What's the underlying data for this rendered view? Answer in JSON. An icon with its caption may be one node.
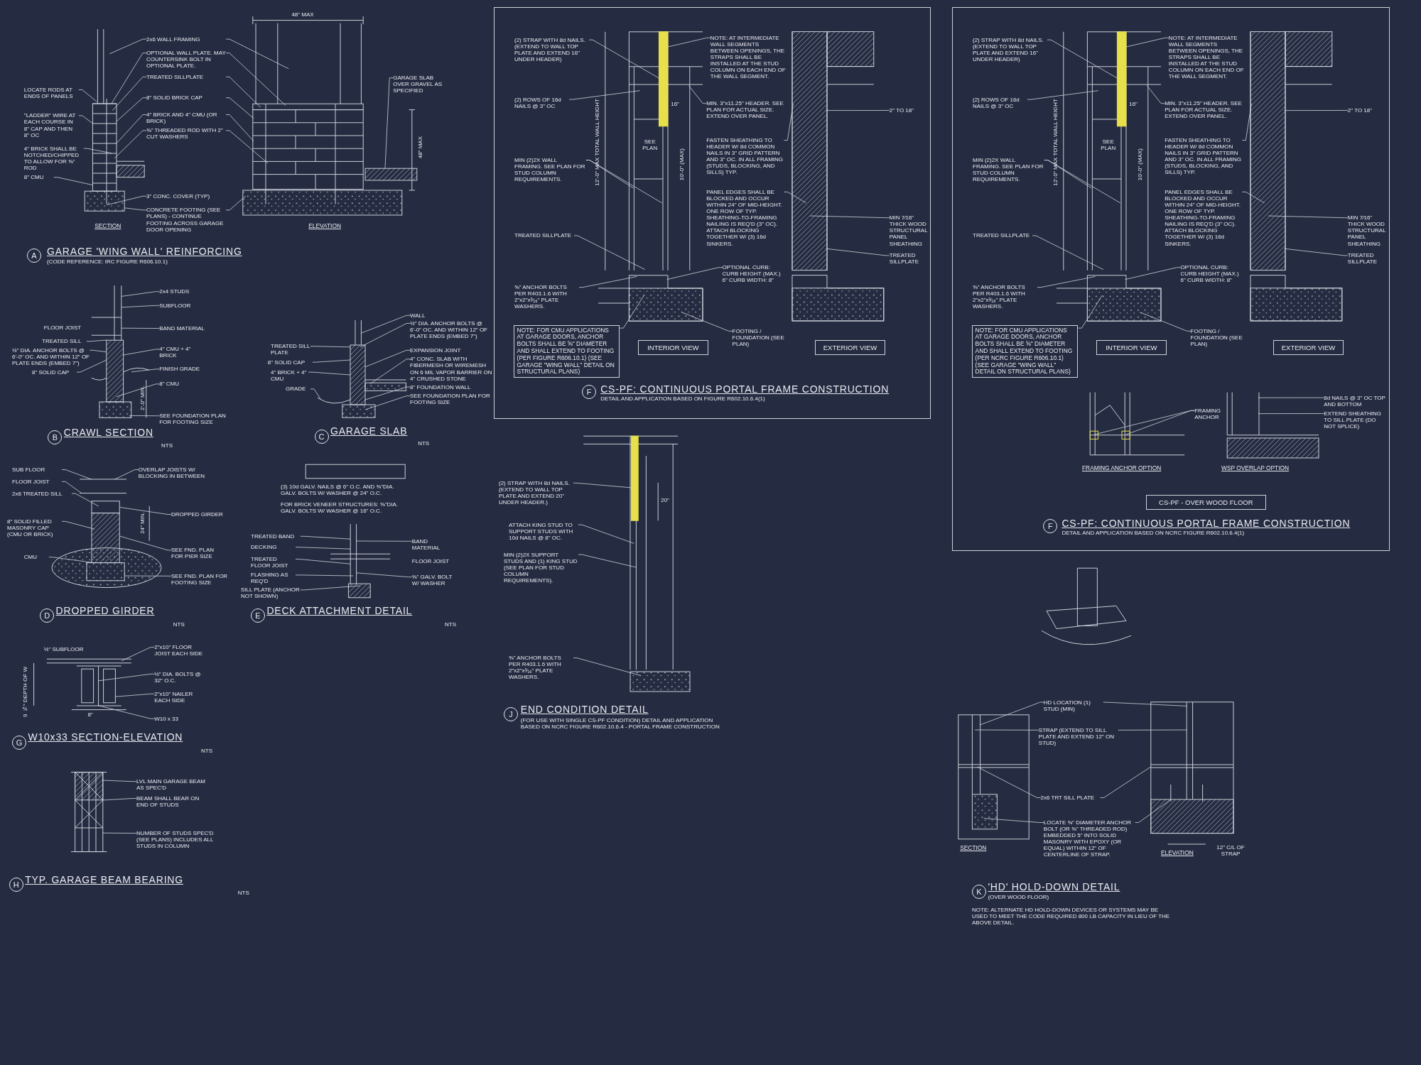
{
  "diagram": {
    "nodes": [
      {
        "text": [
          "2x6 WALL FRAMING"
        ]
      },
      {
        "text": [
          "OPTIONAL WALL PLATE. MAY COUNTERSINK BOLT IN OPTIONAL PLATE."
        ]
      },
      {
        "text": [
          "TREATED SILLPLATE"
        ]
      },
      {
        "text": [
          "8\" SOLID BRICK CAP"
        ]
      },
      {
        "text": [
          "4\" BRICK AND 4\" CMU (OR BRICK)"
        ]
      },
      {
        "text": [
          "⅝\" THREADED ROD WITH 2\" CUT WASHERS"
        ]
      },
      {
        "text": [
          "LOCATE RODS AT ENDS OF PANELS"
        ]
      },
      {
        "text": [
          "\"LADDER\" WIRE AT EACH COURSE IN 8\" CAP AND THEN 8\" OC"
        ]
      },
      {
        "text": [
          "4\" BRICK SHALL BE NOTCHED/CHIPPED TO ALLOW FOR ⅝\" ROD"
        ]
      },
      {
        "text": [
          "8\" CMU"
        ]
      },
      {
        "text": [
          "3\" CONC. COVER (TYP)"
        ]
      },
      {
        "text": [
          "CONCRETE FOOTING (SEE PLANS) - CONTINUE FOOTING ACROSS GARAGE DOOR OPENING"
        ]
      },
      {
        "text": [
          "GARAGE SLAB OVER GRAVEL AS SPECIFIED"
        ]
      },
      {
        "text": [
          "2x4 STUDS"
        ]
      },
      {
        "text": [
          "SUBFLOOR"
        ]
      },
      {
        "text": [
          "BAND MATERIAL"
        ]
      },
      {
        "text": [
          "4\" CMU + 4\" BRICK"
        ]
      },
      {
        "text": [
          "FINISH GRADE"
        ]
      },
      {
        "text": [
          "8\" CMU"
        ]
      },
      {
        "text": [
          "SEE FOUNDATION PLAN FOR FOOTING SIZE"
        ]
      },
      {
        "text": [
          "TREATED SILL"
        ]
      },
      {
        "text": [
          "½\" DIA. ANCHOR BOLTS @ 6'-0\" OC. AND WITHIN 12\" OF PLATE ENDS (EMBED 7\")"
        ]
      },
      {
        "text": [
          "8\" SOLID CAP"
        ]
      },
      {
        "text": [
          "WALL"
        ]
      },
      {
        "text": [
          "½\" DIA. ANCHOR BOLTS @ 6'-0\" OC. AND WITHIN 12\" OF PLATE ENDS (EMBED 7\")"
        ]
      },
      {
        "text": [
          "EXPANSION JOINT"
        ]
      },
      {
        "text": [
          "4\" CONC. SLAB WITH FIBERMESH OR WIREMESH ON 6 MIL VAPOR BARRIER ON 4\" CRUSHED STONE"
        ]
      },
      {
        "text": [
          "8\" FOUNDATION WALL"
        ]
      },
      {
        "text": [
          "SEE FOUNDATION PLAN FOR FOOTING SIZE"
        ]
      },
      {
        "text": [
          "TREATED SILL PLATE"
        ]
      },
      {
        "text": [
          "8\" SOLID CAP"
        ]
      },
      {
        "text": [
          "4\" BRICK + 4\" CMU"
        ]
      },
      {
        "text": [
          "GRADE"
        ]
      },
      {
        "text": [
          "SUB FLOOR"
        ]
      },
      {
        "text": [
          "FLOOR JOIST"
        ]
      },
      {
        "text": [
          "2x6 TREATED SILL"
        ]
      },
      {
        "text": [
          "8\" SOLID FILLED MASONRY CAP (CMU OR BRICK)"
        ]
      },
      {
        "text": [
          "CMU"
        ]
      },
      {
        "text": [
          "OVERLAP JOISTS W/ BLOCKING IN BETWEEN"
        ]
      },
      {
        "text": [
          "DROPPED GIRDER"
        ]
      },
      {
        "text": [
          "SEE FND. PLAN FOR PIER SIZE"
        ]
      },
      {
        "text": [
          "SEE FND. PLAN FOR FOOTING SIZE"
        ]
      },
      {
        "text": [
          "TREATED BAND"
        ]
      },
      {
        "text": [
          "DECKING"
        ]
      },
      {
        "text": [
          "TREATED FLOOR JOIST"
        ]
      },
      {
        "text": [
          "FLASHING AS REQ'D"
        ]
      },
      {
        "text": [
          "SILL PLATE (ANCHOR NOT SHOWN)"
        ]
      },
      {
        "text": [
          "BAND MATERIAL"
        ]
      },
      {
        "text": [
          "⅝\" GALV. BOLT W/ WASHER"
        ]
      },
      {
        "text": [
          "2\"x10\" FLOOR JOIST EACH SIDE"
        ]
      },
      {
        "text": [
          "½\" DIA. BOLTS @ 32\" O.C."
        ]
      },
      {
        "text": [
          "2\"x10\" NAILER EACH SIDE"
        ]
      },
      {
        "text": [
          "W10 x 33"
        ]
      },
      {
        "text": [
          "LVL MAIN GARAGE BEAM AS SPEC'D"
        ]
      },
      {
        "text": [
          "BEAM SHALL BEAR ON END OF STUDS"
        ]
      },
      {
        "text": [
          "NUMBER OF STUDS SPEC'D (SEE PLANS) INCLUDES ALL STUDS IN COLUMN"
        ]
      },
      {
        "text": [
          "F",
          "CS-PF: CONTINUOUS PORTAL FRAME CONSTRUCTION",
          "DETAIL AND APPLICATION BASED ON FIGURE R602.10.6.4(1)"
        ]
      },
      {
        "text": [
          "(2) STRAP WITH 8d NAILS. (EXTEND TO WALL TOP PLATE AND EXTEND 16\" UNDER HEADER)"
        ],
        "in": 56
      },
      {
        "text": [
          "(2) ROWS OF 16d NAILS @ 3\" OC"
        ],
        "in": 56
      },
      {
        "text": [
          "MIN (2)2X WALL FRAMING. SEE PLAN FOR STUD COLUMN REQUIREMENTS."
        ],
        "in": 56
      },
      {
        "text": [
          "TREATED SILLPLATE"
        ],
        "in": 56
      },
      {
        "text": [
          "⅝\" ANCHOR BOLTS PER R403.1.6 WITH 2\"x2\"x³⁄₁₆\" PLATE WASHERS."
        ],
        "in": 56
      },
      {
        "text": [
          "NOTE: FOR CMU APPLICATIONS AT GARAGE DOORS, ANCHOR BOLTS SHALL BE ⅝\" DIAMETER AND SHALL EXTEND TO FOOTING (PER FIGURE R606.10.1) (SEE GARAGE \"WING WALL\" DETAIL ON STRUCTURAL PLANS)"
        ],
        "in": 56
      },
      {
        "text": [
          "NOTE: AT INTERMEDIATE WALL SEGMENTS BETWEEN OPENINGS, THE STRAPS SHALL BE INSTALLED AT THE STUD COLUMN ON EACH END OF THE WALL SEGMENT."
        ],
        "in": 56
      },
      {
        "text": [
          "MIN. 3\"x11.25\" HEADER. SEE PLAN FOR ACTUAL SIZE. EXTEND OVER PANEL."
        ],
        "in": 56
      },
      {
        "text": [
          "FASTEN SHEATHING TO HEADER W/ 8d COMMON NAILS IN 3\" GRID PATTERN AND 3\" OC. IN ALL FRAMING (STUDS, BLOCKING, AND SILLS) TYP."
        ],
        "in": 56
      },
      {
        "text": [
          "PANEL EDGES SHALL BE BLOCKED AND OCCUR WITHIN 24\" OF MID-HEIGHT. ONE ROW OF TYP. SHEATHING-TO-FRAMING NAILING IS REQ'D (3\" OC). ATTACH BLOCKING TOGETHER W/ (3) 16d SINKERS."
        ],
        "in": 56
      },
      {
        "text": [
          "2\" TO 18\""
        ],
        "in": 56
      },
      {
        "text": [
          "MIN 7⁄16\" THICK WOOD STRUCTURAL PANEL SHEATHING"
        ],
        "in": 56
      },
      {
        "text": [
          "TREATED SILLPLATE"
        ],
        "in": 56
      },
      {
        "text": [
          "OPTIONAL CURB: CURB HEIGHT (MAX.) 6\" CURB WIDTH: 8\""
        ],
        "in": 56
      },
      {
        "text": [
          "FOOTING / FOUNDATION (SEE PLAN)"
        ],
        "in": 56
      },
      {
        "text": [
          "INTERIOR VIEW"
        ],
        "in": 56
      },
      {
        "text": [
          "EXTERIOR VIEW"
        ],
        "in": 56
      },
      {
        "text": [
          "F",
          "CS-PF: CONTINUOUS PORTAL FRAME CONSTRUCTION",
          "DETAIL AND APPLICATION BASED ON NCRC FIGURE R602.10.6.4(1)"
        ]
      },
      {
        "text": [
          "(2) STRAP WITH 8d NAILS. (EXTEND TO WALL TOP PLATE AND EXTEND 16\" UNDER HEADER)"
        ],
        "in": 74
      },
      {
        "text": [
          "(2) ROWS OF 16d NAILS @ 3\" OC"
        ],
        "in": 74
      },
      {
        "text": [
          "MIN (2)2X WALL FRAMING. SEE PLAN FOR STUD COLUMN REQUIREMENTS."
        ],
        "in": 74
      },
      {
        "text": [
          "TREATED SILLPLATE"
        ],
        "in": 74
      },
      {
        "text": [
          "⅝\" ANCHOR BOLTS PER R403.1.6 WITH 2\"x2\"x³⁄₁₆\" PLATE WASHERS."
        ],
        "in": 74
      },
      {
        "text": [
          "NOTE: FOR CMU APPLICATIONS AT GARAGE DOORS, ANCHOR BOLTS SHALL BE ⅝\" DIAMETER AND SHALL EXTEND TO FOOTING (PER NCRC FIGURE R606.10.1) (SEE GARAGE \"WING WALL\" DETAIL ON STRUCTURAL PLANS)"
        ],
        "in": 74
      },
      {
        "text": [
          "NOTE: AT INTERMEDIATE WALL SEGMENTS BETWEEN OPENINGS, THE STRAPS SHALL BE INSTALLED AT THE STUD COLUMN ON EACH END OF THE WALL SEGMENT."
        ],
        "in": 74
      },
      {
        "text": [
          "MIN. 3\"x11.25\" HEADER. SEE PLAN FOR ACTUAL SIZE. EXTEND OVER PANEL."
        ],
        "in": 74
      },
      {
        "text": [
          "FASTEN SHEATHING TO HEADER W/ 8d COMMON NAILS IN 3\" GRID PATTERN AND 3\" OC. IN ALL FRAMING (STUDS, BLOCKING, AND SILLS) TYP."
        ],
        "in": 74
      },
      {
        "text": [
          "PANEL EDGES SHALL BE BLOCKED AND OCCUR WITHIN 24\" OF MID-HEIGHT. ONE ROW OF TYP. SHEATHING-TO-FRAMING NAILING IS REQ'D (3\" OC). ATTACH BLOCKING TOGETHER W/ (3) 16d SINKERS."
        ],
        "in": 74
      },
      {
        "text": [
          "2\" TO 18\""
        ],
        "in": 74
      },
      {
        "text": [
          "MIN 7⁄16\" THICK WOOD STRUCTURAL PANEL SHEATHING"
        ],
        "in": 74
      },
      {
        "text": [
          "TREATED SILLPLATE"
        ],
        "in": 74
      },
      {
        "text": [
          "OPTIONAL CURB: CURB HEIGHT (MAX.) 6\" CURB WIDTH: 8\""
        ],
        "in": 74
      },
      {
        "text": [
          "FOOTING / FOUNDATION (SEE PLAN)"
        ],
        "in": 74
      },
      {
        "text": [
          "INTERIOR VIEW"
        ],
        "in": 74
      },
      {
        "text": [
          "EXTERIOR VIEW"
        ],
        "in": 74
      },
      {
        "text": [
          "FRAMING ANCHOR"
        ],
        "in": 74
      },
      {
        "text": [
          "8d NAILS @ 3\" OC TOP AND BOTTOM"
        ],
        "in": 74
      },
      {
        "text": [
          "EXTEND SHEATHING TO SILL PLATE (DO NOT SPLICE)"
        ],
        "in": 74
      },
      {
        "text": [
          "CS-PF - OVER WOOD FLOOR"
        ],
        "in": 74
      },
      {
        "text": [
          "(2) STRAP WITH 8d NAILS. (EXTEND TO WALL TOP PLATE AND EXTEND 20\" UNDER HEADER.)"
        ]
      },
      {
        "text": [
          "ATTACH KING STUD TO SUPPORT STUDS WITH 10d NAILS @ 8\" OC."
        ]
      },
      {
        "text": [
          "MIN (2)2X SUPPORT STUDS AND (1) KING STUD (SEE PLAN FOR STUD COLUMN REQUIREMENTS)."
        ]
      },
      {
        "text": [
          "⅝\" ANCHOR BOLTS PER R403.1.6 WITH 2\"x2\"x³⁄₁₆\" PLATE WASHERS."
        ]
      },
      {
        "text": [
          "HD LOCATION (1) STUD (MIN)"
        ]
      },
      {
        "text": [
          "STRAP (EXTEND TO SILL PLATE AND EXTEND 12\" ON STUD)"
        ]
      },
      {
        "text": [
          "2x6 TRT SILL PLATE"
        ]
      },
      {
        "text": [
          "LOCATE ⅝\" DIAMETER ANCHOR BOLT (OR ⅝\" THREADED ROD) EMBEDDED 5\" INTO SOLID MASONRY WITH EPOXY (OR EQUAL) WITHIN 12\" OF CENTERLINE OF STRAP."
        ]
      },
      {
        "text": [],
        "shape": "picture",
        "beside": [
          "SECTION"
        ]
      },
      {
        "text": [],
        "shape": "picture",
        "beside": [
          "48\" MAX",
          "ELEVATION"
        ]
      },
      {
        "text": [],
        "shape": "picture"
      },
      {
        "text": [],
        "shape": "picture"
      },
      {
        "text": [],
        "shape": "picture"
      },
      {
        "text": [],
        "shape": "picture"
      },
      {
        "text": [],
        "shape": "picture"
      },
      {
        "text": [],
        "shape": "picture"
      },
      {
        "text": [],
        "shape": "picture",
        "in": 56
      },
      {
        "text": [],
        "shape": "picture",
        "in": 74
      },
      {
        "text": [],
        "shape": "picture",
        "in": 74,
        "beside": [
          "FRAMING ANCHOR OPTION"
        ]
      },
      {
        "text": [],
        "shape": "picture",
        "in": 74,
        "beside": [
          "WSP OVERLAP OPTION"
        ]
      },
      {
        "text": [],
        "shape": "picture"
      },
      {
        "text": [],
        "shape": "picture",
        "beside": [
          "SECTION"
        ]
      },
      {
        "text": [],
        "shape": "picture",
        "beside": [
          "ELEVATION"
        ]
      },
      {
        "text": [],
        "shape": "picture",
        "in": 56
      },
      {
        "text": [],
        "shape": "picture",
        "in": 74
      }
    ],
    "edges": [
      {
        "from": 0,
        "to": 104,
        "arrow": "none"
      },
      {
        "from": 0,
        "to": 105,
        "arrow": "none"
      },
      {
        "from": 1,
        "to": 104,
        "arrow": "none"
      },
      {
        "from": 1,
        "to": 105,
        "arrow": "none"
      },
      {
        "from": 2,
        "to": 104,
        "arrow": "none"
      },
      {
        "from": 2,
        "to": 105,
        "arrow": "none"
      },
      {
        "from": 3,
        "to": 104,
        "arrow": "none"
      },
      {
        "from": 3,
        "to": 105,
        "arrow": "none"
      },
      {
        "from": 4,
        "to": 104,
        "arrow": "none"
      },
      {
        "from": 4,
        "to": 105,
        "arrow": "none"
      },
      {
        "from": 5,
        "to": 104,
        "arrow": "none"
      },
      {
        "from": 5,
        "to": 105,
        "arrow": "none"
      },
      {
        "from": 6,
        "to": 104,
        "arrow": "none"
      },
      {
        "from": 7,
        "to": 104,
        "arrow": "none"
      },
      {
        "from": 8,
        "to": 104,
        "arrow": "none"
      },
      {
        "from": 9,
        "to": 104,
        "arrow": "none"
      },
      {
        "from": 10,
        "to": 104,
        "arrow": "none"
      },
      {
        "from": 11,
        "to": 104,
        "arrow": "none"
      },
      {
        "from": 11,
        "to": 105,
        "arrow": "none"
      },
      {
        "from": 12,
        "to": 105,
        "arrow": "none"
      },
      {
        "from": 13,
        "to": 106,
        "arrow": "none"
      },
      {
        "from": 14,
        "to": 106,
        "arrow": "none"
      },
      {
        "from": 15,
        "to": 106,
        "arrow": "none"
      },
      {
        "from": 16,
        "to": 106,
        "arrow": "none"
      },
      {
        "from": 17,
        "to": 106,
        "arrow": "none"
      },
      {
        "from": 18,
        "to": 106,
        "arrow": "none"
      },
      {
        "from": 19,
        "to": 106,
        "arrow": "none"
      },
      {
        "from": 20,
        "to": 106,
        "arrow": "none"
      },
      {
        "from": 21,
        "to": 106,
        "arrow": "none"
      },
      {
        "from": 22,
        "to": 106,
        "arrow": "none"
      },
      {
        "from": 23,
        "to": 107,
        "arrow": "none"
      },
      {
        "from": 24,
        "to": 107,
        "arrow": "none"
      },
      {
        "from": 25,
        "to": 107,
        "arrow": "none"
      },
      {
        "from": 26,
        "to": 107,
        "arrow": "none"
      },
      {
        "from": 27,
        "to": 107,
        "arrow": "none"
      },
      {
        "from": 28,
        "to": 107,
        "arrow": "none"
      },
      {
        "from": 29,
        "to": 107,
        "arrow": "none"
      },
      {
        "from": 30,
        "to": 107,
        "arrow": "none"
      },
      {
        "from": 31,
        "to": 107,
        "arrow": "none"
      },
      {
        "from": 32,
        "to": 107,
        "arrow": "none"
      },
      {
        "from": 33,
        "to": 108,
        "arrow": "none"
      },
      {
        "from": 34,
        "to": 108,
        "arrow": "none"
      },
      {
        "from": 35,
        "to": 108,
        "arrow": "none"
      },
      {
        "from": 36,
        "to": 108,
        "arrow": "none"
      },
      {
        "from": 37,
        "to": 108,
        "arrow": "none"
      },
      {
        "from": 38,
        "to": 108,
        "arrow": "none"
      },
      {
        "from": 39,
        "to": 108,
        "arrow": "none"
      },
      {
        "from": 40,
        "to": 108,
        "arrow": "none"
      },
      {
        "from": 41,
        "to": 108,
        "arrow": "none"
      },
      {
        "from": 42,
        "to": 109,
        "arrow": "none"
      },
      {
        "from": 43,
        "to": 109,
        "arrow": "none"
      },
      {
        "from": 44,
        "to": 109,
        "arrow": "none"
      },
      {
        "from": 45,
        "to": 109,
        "arrow": "none"
      },
      {
        "from": 46,
        "to": 109,
        "arrow": "none"
      },
      {
        "from": 47,
        "to": 109,
        "arrow": "none"
      },
      {
        "from": 48,
        "to": 109,
        "arrow": "none"
      },
      {
        "from": 49,
        "to": 110,
        "arrow": "none"
      },
      {
        "from": 50,
        "to": 110,
        "arrow": "none"
      },
      {
        "from": 51,
        "to": 110,
        "arrow": "none"
      },
      {
        "from": 52,
        "to": 110,
        "arrow": "none"
      },
      {
        "from": 53,
        "to": 111,
        "arrow": "none"
      },
      {
        "from": 54,
        "to": 111,
        "arrow": "none"
      },
      {
        "from": 55,
        "to": 111,
        "arrow": "none"
      },
      {
        "from": 57,
        "to": 112,
        "arrow": "none"
      },
      {
        "from": 58,
        "to": 112,
        "arrow": "none"
      },
      {
        "from": 59,
        "to": 112,
        "arrow": "none"
      },
      {
        "from": 59,
        "to": 112,
        "arrow": "none"
      },
      {
        "from": 60,
        "to": 112,
        "arrow": "none"
      },
      {
        "from": 61,
        "to": 112,
        "arrow": "none"
      },
      {
        "from": 62,
        "to": 112,
        "arrow": "none"
      },
      {
        "from": 63,
        "to": 112,
        "arrow": "none"
      },
      {
        "from": 64,
        "to": 112,
        "arrow": "none"
      },
      {
        "from": 65,
        "to": 119,
        "arrow": "none"
      },
      {
        "from": 66,
        "to": 119,
        "arrow": "none"
      },
      {
        "from": 67,
        "to": 119,
        "arrow": "none"
      },
      {
        "from": 68,
        "to": 119,
        "arrow": "none"
      },
      {
        "from": 69,
        "to": 119,
        "arrow": "none"
      },
      {
        "from": 70,
        "to": 112,
        "arrow": "none"
      },
      {
        "from": 71,
        "to": 112,
        "arrow": "none"
      },
      {
        "from": 75,
        "to": 113,
        "arrow": "none"
      },
      {
        "from": 76,
        "to": 113,
        "arrow": "none"
      },
      {
        "from": 77,
        "to": 113,
        "arrow": "none"
      },
      {
        "from": 77,
        "to": 113,
        "arrow": "none"
      },
      {
        "from": 78,
        "to": 113,
        "arrow": "none"
      },
      {
        "from": 79,
        "to": 113,
        "arrow": "none"
      },
      {
        "from": 80,
        "to": 113,
        "arrow": "none"
      },
      {
        "from": 81,
        "to": 113,
        "arrow": "none"
      },
      {
        "from": 82,
        "to": 113,
        "arrow": "none"
      },
      {
        "from": 83,
        "to": 120,
        "arrow": "none"
      },
      {
        "from": 84,
        "to": 120,
        "arrow": "none"
      },
      {
        "from": 85,
        "to": 120,
        "arrow": "none"
      },
      {
        "from": 86,
        "to": 120,
        "arrow": "none"
      },
      {
        "from": 87,
        "to": 120,
        "arrow": "none"
      },
      {
        "from": 88,
        "to": 113,
        "arrow": "none"
      },
      {
        "from": 89,
        "to": 113,
        "arrow": "none"
      },
      {
        "from": 92,
        "to": 114,
        "arrow": "none"
      },
      {
        "from": 92,
        "to": 114,
        "arrow": "none"
      },
      {
        "from": 93,
        "to": 115,
        "arrow": "none"
      },
      {
        "from": 94,
        "to": 115,
        "arrow": "none"
      },
      {
        "from": 96,
        "to": 116,
        "arrow": "none"
      },
      {
        "from": 97,
        "to": 116,
        "arrow": "none"
      },
      {
        "from": 98,
        "to": 116,
        "arrow": "none"
      },
      {
        "from": 99,
        "to": 116,
        "arrow": "none"
      },
      {
        "from": 100,
        "to": 117,
        "arrow": "none"
      },
      {
        "from": 100,
        "to": 118,
        "arrow": "none"
      },
      {
        "from": 101,
        "to": 117,
        "arrow": "none"
      },
      {
        "from": 101,
        "to": 118,
        "arrow": "none"
      },
      {
        "from": 102,
        "to": 117,
        "arrow": "none"
      },
      {
        "from": 102,
        "to": 118,
        "arrow": "none"
      },
      {
        "from": 103,
        "to": 117,
        "arrow": "none"
      },
      {
        "from": 103,
        "to": 118,
        "arrow": "none"
      }
    ],
    "labels": [
      "48\" MAX",
      "A",
      "GARAGE 'WING WALL' REINFORCING",
      "(CODE REFERENCE: IRC FIGURE R606.10.1)",
      "FLOOR JOIST",
      "2'-0\" MIN.",
      "B",
      "CRAWL SECTION",
      "NTS",
      "C",
      "GARAGE SLAB",
      "NTS",
      "24\" MIN.",
      "(3) 10d GALV. NAILS @ 6\" O.C. AND ⅝\"DIA. GALV. BOLTS W/ WASHER @ 24\" O.C.",
      "FOR BRICK VENEER STRUCTURES: ⅝\"DIA. GALV. BOLTS W/ WASHER @ 16\" O.C.",
      "FLOOR JOIST",
      "½\" SUBFLOOR",
      "9 ¾\" DEPTH OF W",
      "8\"",
      "D",
      "DROPPED GIRDER",
      "NTS",
      "E",
      "DECK ATTACHMENT DETAIL",
      "NTS",
      "G",
      "W10x33 SECTION-ELEVATION",
      "NTS",
      "H",
      "TYP. GARAGE BEAM BEARING",
      "NTS",
      "12'-0\" MAX TOTAL WALL HEIGHT",
      "16\"",
      "SEE PLAN",
      "10'-0\" (MAX)",
      "12'-0\" MAX TOTAL WALL HEIGHT",
      "16\"",
      "SEE PLAN",
      "10'-0\" (MAX)",
      "20\"",
      "J",
      "END CONDITION DETAIL",
      "(FOR USE WITH SINGLE CS-PF CONDITION) DETAIL AND APPLICATION BASED ON NCRC FIGURE R602.10.6.4 - PORTAL FRAME CONSTRUCTION",
      "12\" C/L OF STRAP",
      "K",
      "'HD' HOLD-DOWN DETAIL",
      "(OVER WOOD FLOOR)",
      "NOTE: ALTERNATE HD HOLD-DOWN DEVICES OR SYSTEMS MAY BE USED TO MEET THE CODE REQUIRED 800 LB CAPACITY IN LIEU OF THE ABOVE DETAIL."
    ]
  }
}
